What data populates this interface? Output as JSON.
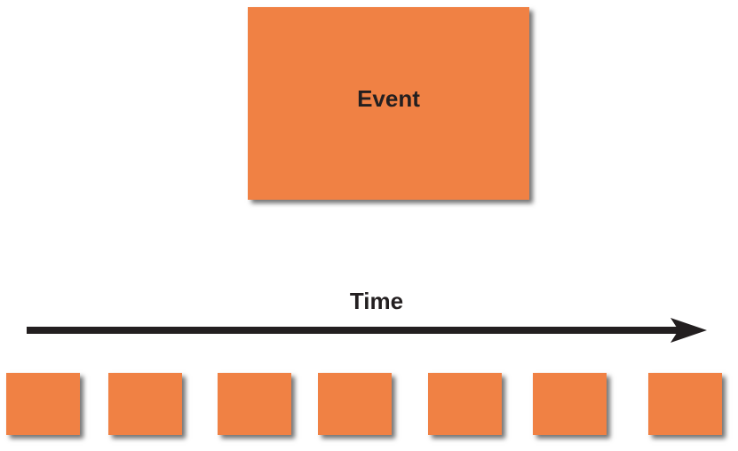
{
  "event_label": "Event",
  "time_label": "Time",
  "colors": {
    "box": "#f08144",
    "arrow": "#231f20"
  },
  "timeline_boxes": 7
}
